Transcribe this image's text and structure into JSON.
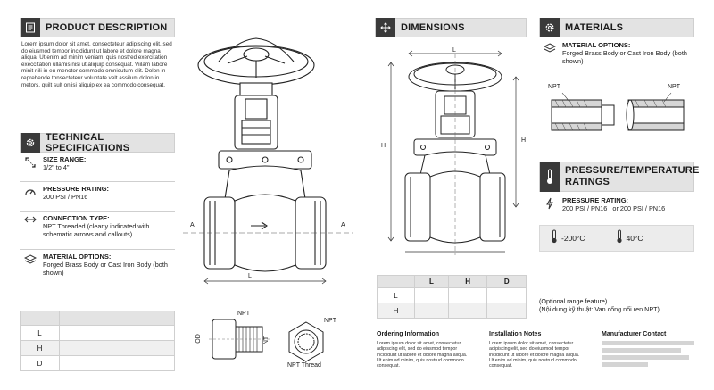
{
  "product_description": {
    "title": "PRODUCT DESCRIPTION",
    "body": "Lorem ipsum dolor sit amet, consecteteur adipiscing elit, sed do eiusmod tempor incididunt ut labore et dolore magna aliqua. Ut enim ad minim veniam, quis nostred exercitation execcitation ullamis nisi ut aliquip consequat. Viilam labore minit nili in eu menotor commodo omnicutum elit. Dolon in reprehende tonsecteteur voluptate velt assilum dolon in metors, quilt sult onlisi aliquip ex ea commodo consequat."
  },
  "tech_specs": {
    "title": "TECHNICAL SPECIFICATIONS",
    "rows": [
      {
        "label": "SIZE RANGE:",
        "value": "1/2\" to 4\"",
        "icon": "size-icon"
      },
      {
        "label": "PRESSURE RATING:",
        "value": "200 PSI / PN16",
        "icon": "gauge-icon"
      },
      {
        "label": "CONNECTION TYPE:",
        "value": "NPT Threaded (clearly indicated with schematic arrows and callouts)",
        "icon": "double-arrow-icon"
      },
      {
        "label": "MATERIAL OPTIONS:",
        "value": "Forged Brass Body or Cast Iron Body (both shown)",
        "icon": "layers-icon"
      }
    ]
  },
  "left_table": {
    "rows": [
      "L",
      "H",
      "D"
    ]
  },
  "drawing_left": {
    "label_a_left": "A",
    "label_a_right": "A",
    "label_l": "L"
  },
  "npt_detail": {
    "npt_top": "NPT",
    "npt_right": "NPT",
    "od": "OD",
    "nt": "NT",
    "caption": "NPT Thread"
  },
  "dimensions": {
    "title": "DIMENSIONS",
    "label_l": "L",
    "label_h_left": "H",
    "label_h_right": "H",
    "table_headers": [
      "L",
      "H",
      "D"
    ],
    "table_rows": [
      "L",
      "H"
    ]
  },
  "materials": {
    "title": "MATERIALS",
    "label": "MATERIAL OPTIONS:",
    "value": "Forged Brass Body or Cast Iron Body (both shown)",
    "npt_left": "NPT",
    "npt_right": "NPT"
  },
  "pressure_temp": {
    "title": "PRESSURE/TEMPERATURE RATINGS",
    "label": "PRESSURE RATING:",
    "value": "200 PSI / PN16 ; or 200 PSI / PN16",
    "temp_low": "-200°C",
    "temp_high": "40°C"
  },
  "optional_note": {
    "line1": "(Optional range feature)",
    "line2": "(Nội dung kỹ thuật: Van cổng nối ren NPT)"
  },
  "footer": {
    "ordering": {
      "title": "Ordering Information",
      "body": "Lorem ipsum dolor sit amet, consectetur adipiscing elit, sed do eiusmod tempor incididunt ut labore et dolore magna aliqua. Ut enim ad minim, quis nostrud commodo consequat."
    },
    "installation": {
      "title": "Installation Notes",
      "body": "Lorem ipsum dolor sit amet, consectetur adipiscing elit, sed do eiusmod tempor incididunt ut labore et dolore magna aliqua. Ut enim ad minim, quis nostrud commodo consequat."
    },
    "manufacturer": {
      "title": "Manufacturer Contact"
    }
  }
}
